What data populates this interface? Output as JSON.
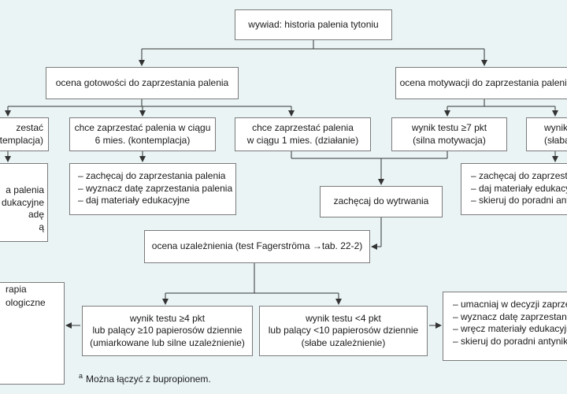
{
  "top_box": "wywiad: historia palenia tytoniu",
  "readiness_box": "ocena gotowości do zaprzestania palenia",
  "motivation_box": "ocena motywacji do zaprzestania palenia",
  "precontemplation": {
    "line1": "zestać",
    "line2": "templacja)"
  },
  "contemplation": {
    "line1": "chce zaprzestać palenia w ciągu",
    "line2": "6 mies. (kontemplacja)"
  },
  "action": {
    "line1": "chce zaprzestać palenia",
    "line2": "w ciągu 1 mies. (działanie)"
  },
  "strong_motivation": {
    "line1": "wynik testu ≥7 pkt",
    "line2": "(silna motywacja)"
  },
  "weak_motivation": {
    "line1": "wynik",
    "line2": "(słaba"
  },
  "precontemplation_actions": [
    "a palenia",
    "dukacyjne",
    "adę",
    "ą"
  ],
  "contemplation_actions": [
    "– zachęcaj do zaprzestania palenia",
    "– wyznacz datę zaprzestania palenia",
    "– daj materiały edukacyjne"
  ],
  "weak_motivation_actions": [
    "– zachęcaj do zaprzest",
    "– daj materiały edukacy",
    "– skieruj do poradni anty"
  ],
  "encourage_box": "zachęcaj do wytrwania",
  "dependence_box": "ocena uzależnienia (test Fagerströma →tab. 22-2)",
  "high_dependence": {
    "line1": "wynik testu ≥4 pkt",
    "line2": "lub palący ≥10 papierosów dziennie",
    "line3": "(umiarkowane lub silne uzależnienie)"
  },
  "low_dependence": {
    "line1": "wynik testu <4 pkt",
    "line2": "lub palący <10 papierosów dziennie",
    "line3": "(słabe uzależnienie)"
  },
  "treatment_box": [
    "",
    "rapia",
    "",
    "",
    "",
    "ologiczne"
  ],
  "low_dependence_actions": [
    "– umacniaj w decyzji zaprzes",
    "– wyznacz datę zaprzestania",
    "– wręcz materiały edukacyjn",
    "– skieruj do poradni antyniko"
  ],
  "footnote": {
    "mark": "a",
    "text": "Można łączyć z bupropionem."
  }
}
